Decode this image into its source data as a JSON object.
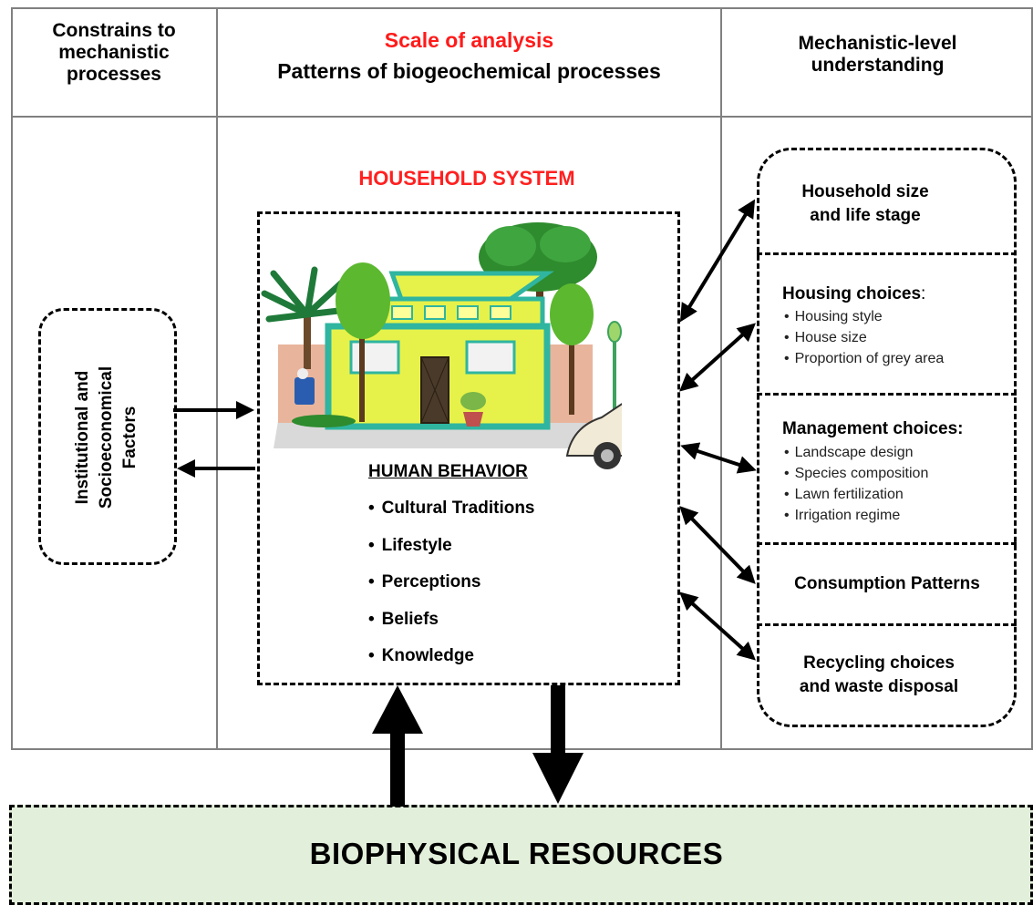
{
  "headers": {
    "left": [
      "Constrains to",
      "mechanistic",
      "processes"
    ],
    "center_scale": "Scale of analysis",
    "center_patterns": "Patterns of biogeochemical processes",
    "right": [
      "Mechanistic-level",
      "understanding"
    ]
  },
  "household": {
    "title": "HOUSEHOLD SYSTEM",
    "behavior_title": "HUMAN BEHAVIOR",
    "behavior_items": [
      "Cultural Traditions",
      "Lifestyle",
      "Perceptions",
      "Beliefs",
      "Knowledge"
    ]
  },
  "left_box": {
    "lines": [
      "Institutional and",
      "Socioeconomical",
      "Factors"
    ]
  },
  "right_boxes": {
    "size": [
      "Household size",
      "and life stage"
    ],
    "housing": {
      "title": "Housing choices",
      "colon": ":",
      "items": [
        "Housing style",
        "House size",
        "Proportion of grey area"
      ]
    },
    "management": {
      "title": "Management choices:",
      "items": [
        "Landscape design",
        "Species composition",
        "Lawn fertilization",
        "Irrigation regime"
      ]
    },
    "consumption": "Consumption Patterns",
    "recycling": [
      "Recycling choices",
      "and waste disposal"
    ]
  },
  "bottom": {
    "label": "BIOPHYSICAL RESOURCES"
  },
  "colors": {
    "accent_red": "#ff1a1a",
    "bio_fill": "#e2efda",
    "house_wall": "#e6f24a",
    "house_trim": "#2fb5a0",
    "grid_line": "#808080"
  },
  "illustration": {
    "icons": [
      "house-icon",
      "palm-tree-icon",
      "tree-icon",
      "street-lamp-icon",
      "trash-can-icon",
      "flower-pot-icon",
      "car-icon"
    ]
  }
}
